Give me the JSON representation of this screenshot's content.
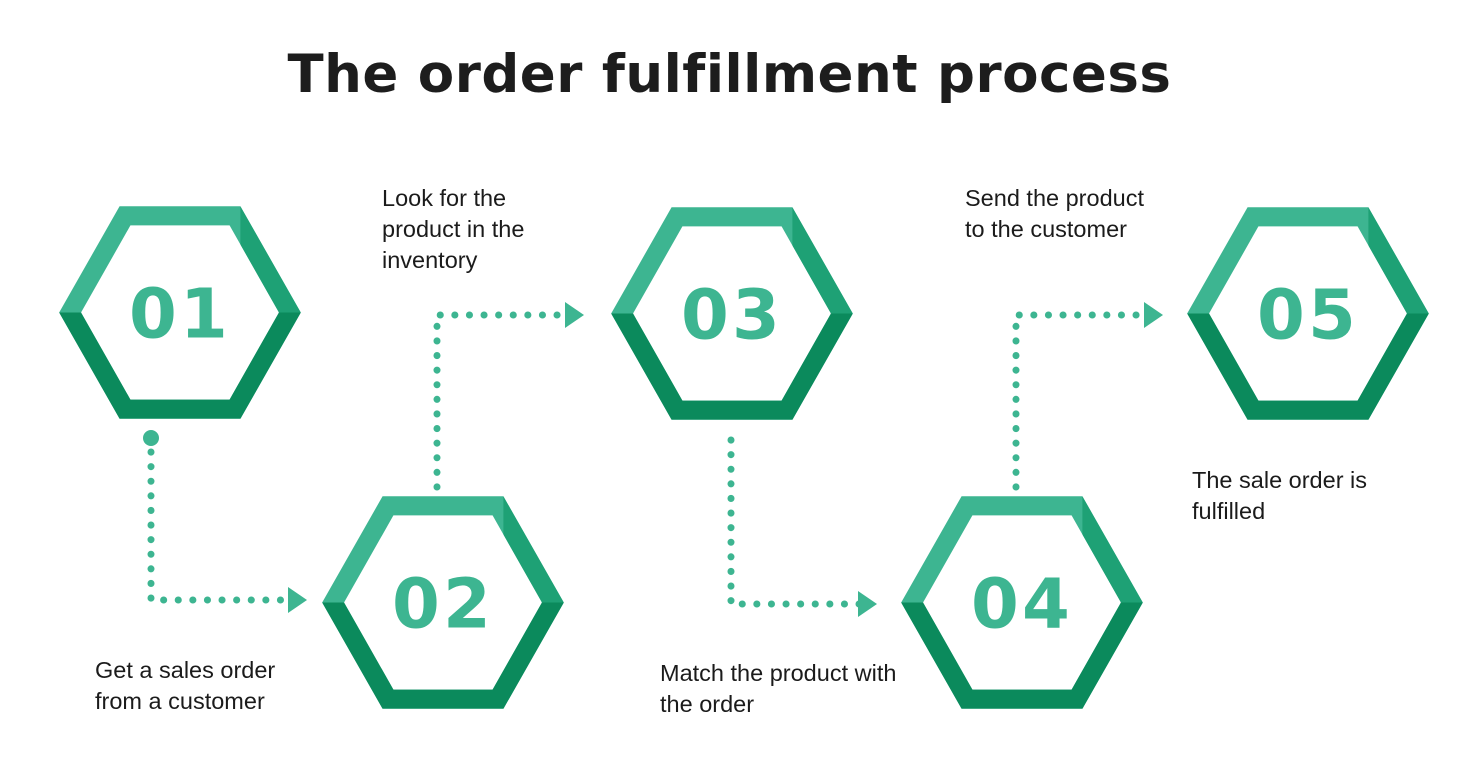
{
  "title": "The order fulfillment process",
  "steps": [
    {
      "number": "01",
      "label": "Get a sales order from a customer"
    },
    {
      "number": "02",
      "label": "Look for the product in the inventory"
    },
    {
      "number": "03",
      "label": "Match the product with the order"
    },
    {
      "number": "04",
      "label": "Send the product to the customer"
    },
    {
      "number": "05",
      "label": "The sale order is fulfilled"
    }
  ],
  "colors": {
    "teal": "#3db591",
    "dark_green": "#0b8a5c",
    "mid_green": "#1ea175",
    "title_text": "#1d1d1d",
    "label_text": "#1b1b1b",
    "background": "#ffffff"
  }
}
